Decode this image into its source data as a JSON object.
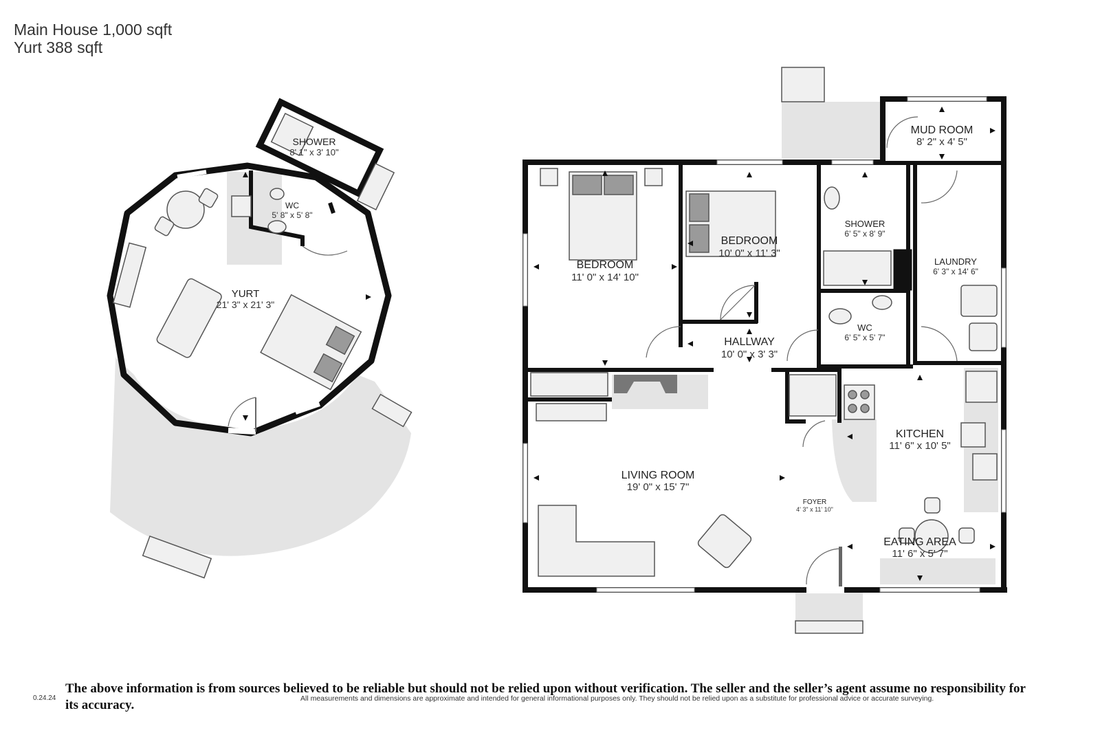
{
  "header": {
    "main_house": "Main House 1,000 sqft",
    "yurt": "Yurt 388 sqft"
  },
  "rooms": {
    "yurt": {
      "name": "YURT",
      "dim": "21' 3\" x 21' 3\""
    },
    "yurt_shower": {
      "name": "SHOWER",
      "dim": "8' 1\" x 3' 10\""
    },
    "yurt_wc": {
      "name": "WC",
      "dim": "5' 8\" x 5' 8\""
    },
    "bedroom1": {
      "name": "BEDROOM",
      "dim": "11' 0\" x 14' 10\""
    },
    "bedroom2": {
      "name": "BEDROOM",
      "dim": "10' 0\" x 11' 3\""
    },
    "shower": {
      "name": "SHOWER",
      "dim": "6' 5\" x 8' 9\""
    },
    "mud_room": {
      "name": "MUD ROOM",
      "dim": "8' 2\" x 4' 5\""
    },
    "laundry": {
      "name": "LAUNDRY",
      "dim": "6' 3\" x 14' 6\""
    },
    "hallway": {
      "name": "HALLWAY",
      "dim": "10' 0\" x 3' 3\""
    },
    "wc": {
      "name": "WC",
      "dim": "6' 5\" x 5' 7\""
    },
    "kitchen": {
      "name": "KITCHEN",
      "dim": "11' 6\" x 10' 5\""
    },
    "living_room": {
      "name": "LIVING ROOM",
      "dim": "19' 0\" x 15' 7\""
    },
    "foyer": {
      "name": "FOYER",
      "dim": "4' 3\" x 11' 10\""
    },
    "eating_area": {
      "name": "EATING AREA",
      "dim": "11' 6\" x 5' 7\""
    }
  },
  "footer": {
    "version": "0.24.24",
    "disclaimer": "The above information is from sources believed to be reliable but should not be relied upon without verification. The seller and the seller’s agent assume no responsibility for its accuracy.",
    "fine_print": "All measurements and dimensions are approximate and intended for general informational purposes only. They should not be relied upon as a substitute for professional advice or accurate surveying."
  }
}
